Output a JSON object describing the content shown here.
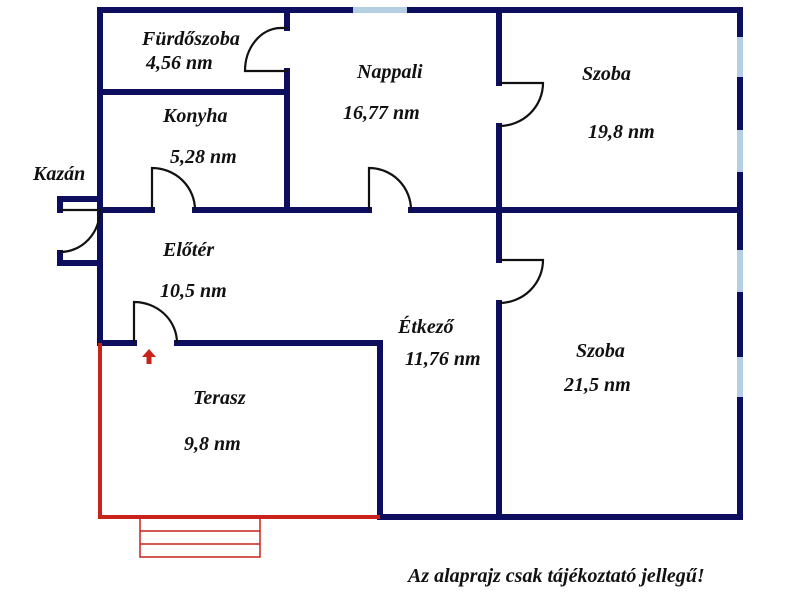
{
  "colors": {
    "wall": "#0d0f5e",
    "window": "#b4cfe2",
    "terrace": "#c8221b",
    "door_arc": "#111111",
    "text": "#111111",
    "background": "#ffffff"
  },
  "rooms": [
    {
      "id": "furdoszoba",
      "name": "Fürdőszoba",
      "area": "4,56 nm"
    },
    {
      "id": "konyha",
      "name": "Konyha",
      "area": "5,28 nm"
    },
    {
      "id": "nappali",
      "name": "Nappali",
      "area": "16,77 nm"
    },
    {
      "id": "szoba1",
      "name": "Szoba",
      "area": "19,8 nm"
    },
    {
      "id": "eloter",
      "name": "Előtér",
      "area": "10,5 nm"
    },
    {
      "id": "etkezo",
      "name": "Étkező",
      "area": "11,76 nm"
    },
    {
      "id": "szoba2",
      "name": "Szoba",
      "area": "21,5 nm"
    },
    {
      "id": "terasz",
      "name": "Terasz",
      "area": "9,8 nm"
    }
  ],
  "labels": {
    "kazan": "Kazán"
  },
  "icons": {
    "entrance_arrow": "up-arrow"
  },
  "disclaimer": "Az alaprajz csak tájékoztató jellegű!"
}
